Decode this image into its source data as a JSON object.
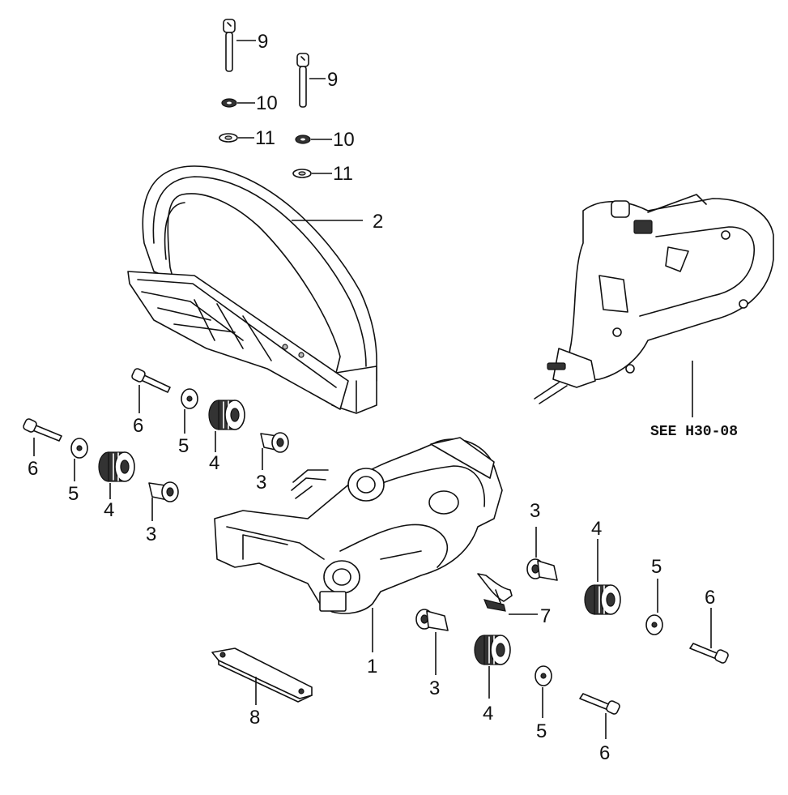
{
  "callouts": {
    "c1": "1",
    "c2": "2",
    "c3": "3",
    "c4": "4",
    "c5": "5",
    "c6": "6",
    "c7": "7",
    "c8": "8",
    "c9": "9",
    "c10": "10",
    "c11": "11"
  },
  "reference": {
    "see_label": "SEE H30-08"
  }
}
